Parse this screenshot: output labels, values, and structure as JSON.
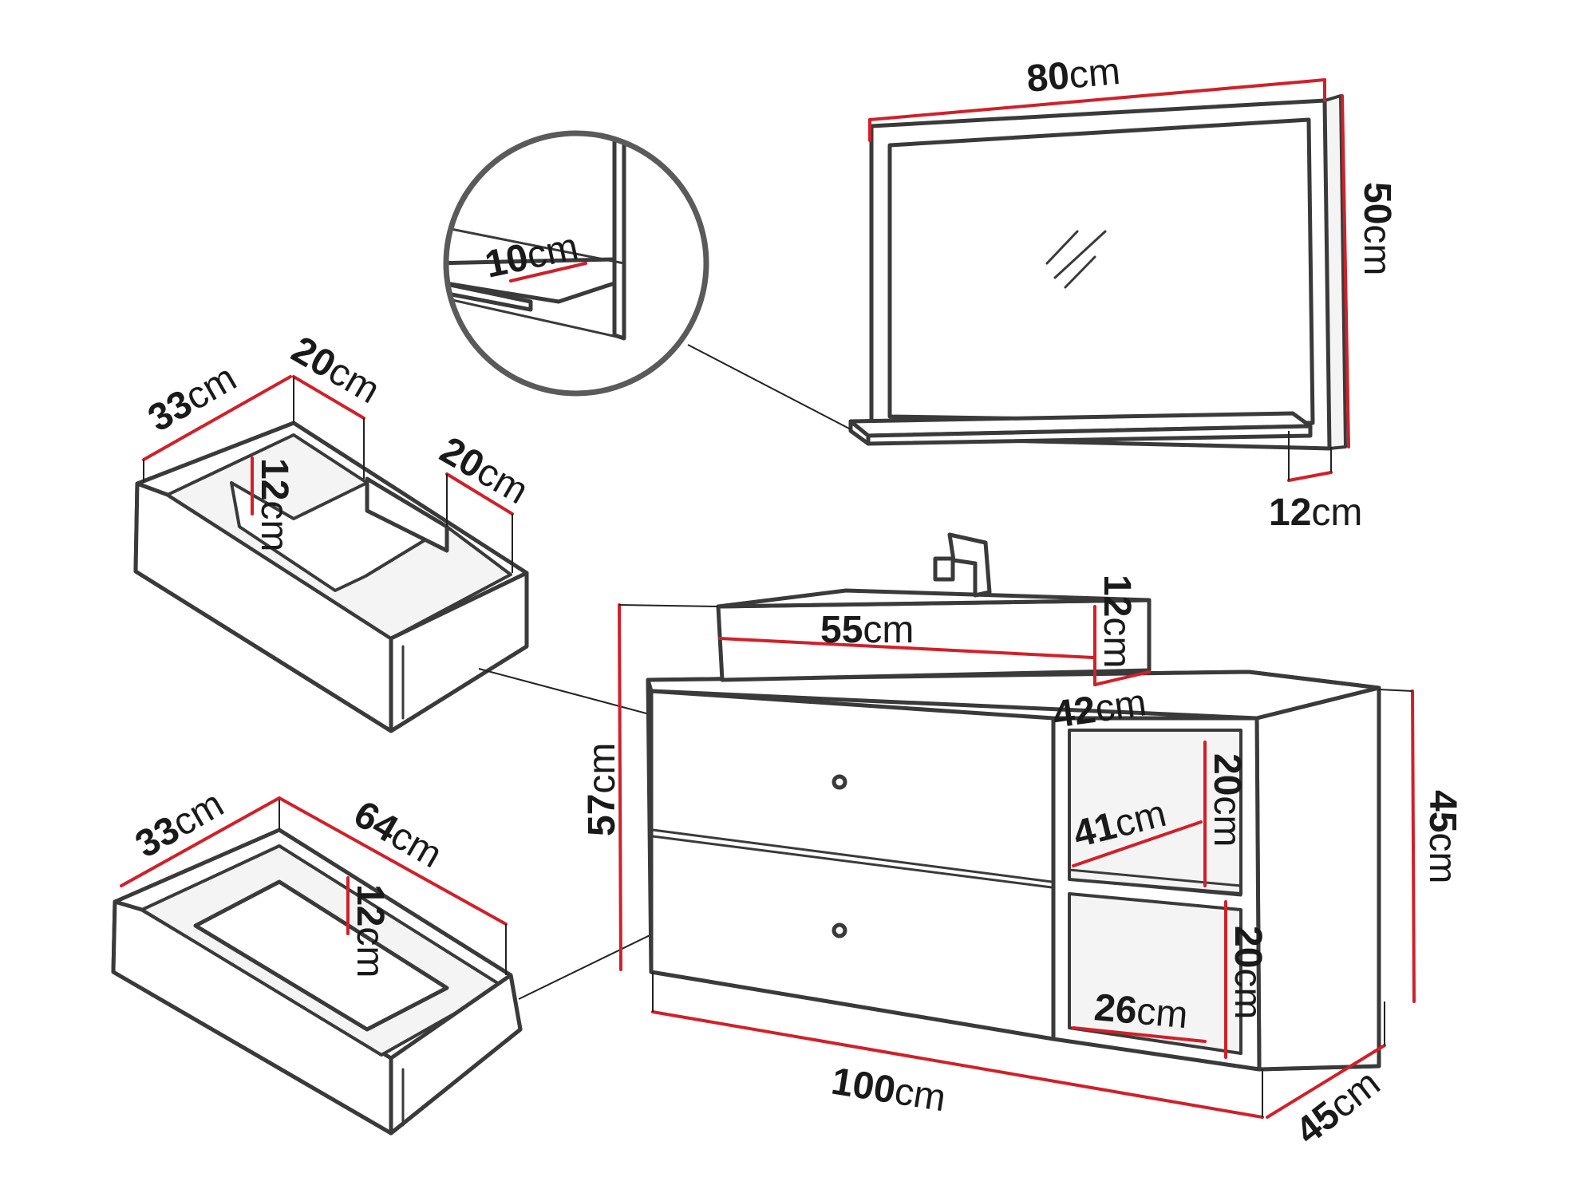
{
  "colors": {
    "dimension": "#d0202a",
    "outline": "#3a3a3a",
    "background": "#ffffff"
  },
  "mirror": {
    "width": {
      "value": "80",
      "unit": "cm"
    },
    "height": {
      "value": "50",
      "unit": "cm"
    },
    "shelf_depth": {
      "value": "12",
      "unit": "cm"
    },
    "detail_shelf": {
      "value": "10",
      "unit": "cm"
    }
  },
  "top_drawer": {
    "depth": {
      "value": "33",
      "unit": "cm"
    },
    "cutout_width": {
      "value": "20",
      "unit": "cm"
    },
    "side_width": {
      "value": "20",
      "unit": "cm"
    },
    "height": {
      "value": "12",
      "unit": "cm"
    }
  },
  "bottom_drawer": {
    "depth": {
      "value": "33",
      "unit": "cm"
    },
    "width": {
      "value": "64",
      "unit": "cm"
    },
    "height": {
      "value": "12",
      "unit": "cm"
    }
  },
  "cabinet": {
    "total_height": {
      "value": "57",
      "unit": "cm"
    },
    "basin_width": {
      "value": "55",
      "unit": "cm"
    },
    "basin_height": {
      "value": "12",
      "unit": "cm"
    },
    "basin_depth": {
      "value": "42",
      "unit": "cm"
    },
    "shelf_upper_height": {
      "value": "20",
      "unit": "cm"
    },
    "shelf_depth": {
      "value": "41",
      "unit": "cm"
    },
    "shelf_lower_height": {
      "value": "20",
      "unit": "cm"
    },
    "shelf_lower_depth": {
      "value": "26",
      "unit": "cm"
    },
    "body_height": {
      "value": "45",
      "unit": "cm"
    },
    "width": {
      "value": "100",
      "unit": "cm"
    },
    "depth": {
      "value": "45",
      "unit": "cm"
    }
  }
}
